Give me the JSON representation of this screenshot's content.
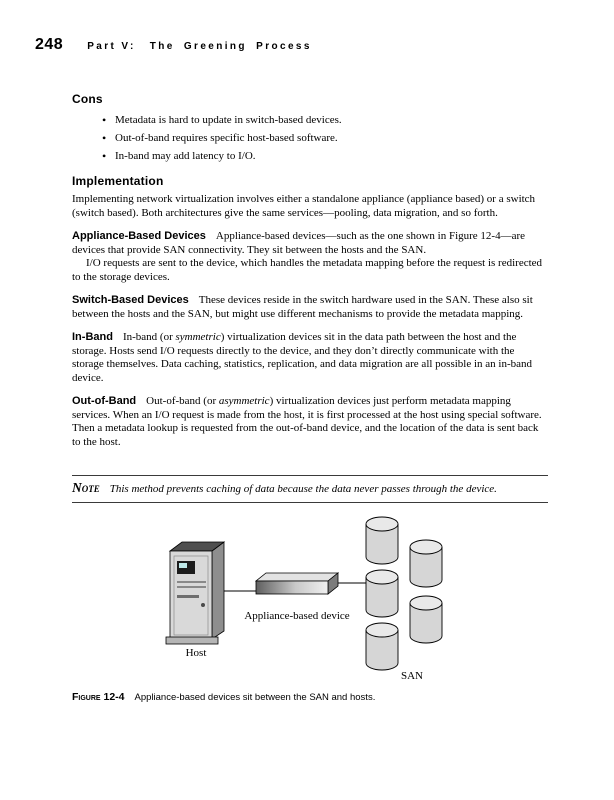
{
  "page": {
    "number": "248",
    "part": "Part V:",
    "part_title": "The Greening Process"
  },
  "sections": {
    "cons": {
      "heading": "Cons",
      "bullets": [
        "Metadata is hard to update in switch-based devices.",
        "Out-of-band requires specific host-based software.",
        "In-band may add latency to I/O."
      ]
    },
    "implementation": {
      "heading": "Implementation",
      "intro": "Implementing network virtualization involves either a standalone appliance (appliance based) or a switch (switch based). Both architectures give the same services—pooling, data migration, and so forth.",
      "appliance": {
        "label": "Appliance-Based Devices",
        "text": "Appliance-based devices—such as the one shown in Figure 12-4—are devices that provide SAN connectivity. They sit between the hosts and the SAN.",
        "text2": "I/O requests are sent to the device, which handles the metadata mapping before the request is redirected to the storage devices."
      },
      "switch": {
        "label": "Switch-Based Devices",
        "text": "These devices reside in the switch hardware used in the SAN. These also sit between the hosts and the SAN, but might use different mechanisms to provide the metadata mapping."
      },
      "inband": {
        "label": "In-Band",
        "pre": "In-band (or ",
        "emphasis": "symmetric",
        "post": ") virtualization devices sit in the data path between the host and the storage. Hosts send I/O requests directly to the device, and they don’t directly communicate with the storage themselves. Data caching, statistics, replication, and data migration are all possible in an in-band device."
      },
      "outofband": {
        "label": "Out-of-Band",
        "pre": "Out-of-band (or ",
        "emphasis": "asymmetric",
        "post": ") virtualization devices just perform metadata mapping services. When an I/O request is made from the host, it is first processed at the host using special software. Then a metadata lookup is requested from the out-of-band device, and the location of the data is sent back to the host."
      }
    },
    "note": {
      "label": "Note",
      "text": "This method prevents caching of data because the data never passes through the device."
    },
    "figure": {
      "label": "Figure 12-4",
      "caption": "Appliance-based devices sit between the SAN and hosts.",
      "diagram_labels": {
        "appliance": "Appliance-based device",
        "host": "Host",
        "san": "SAN"
      }
    }
  }
}
